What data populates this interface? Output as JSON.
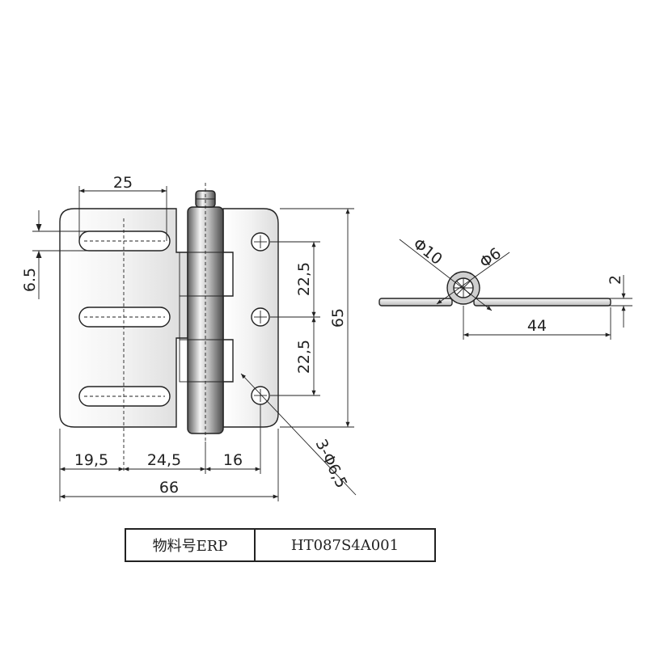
{
  "dimensions": {
    "slot_width": "25",
    "slot_height": "6.5",
    "hole_spacing_top": "22,5",
    "hole_spacing_bottom": "22,5",
    "total_height": "65",
    "dim_19_5": "19,5",
    "dim_24_5": "24,5",
    "dim_16": "16",
    "total_width": "66",
    "hole_callout": "3-Φ6,5",
    "pin_outer": "Φ10",
    "pin_inner": "Φ6",
    "thickness": "2",
    "side_length": "44"
  },
  "title_block": {
    "label": "物料号ERP",
    "value": "HT087S4A001"
  }
}
